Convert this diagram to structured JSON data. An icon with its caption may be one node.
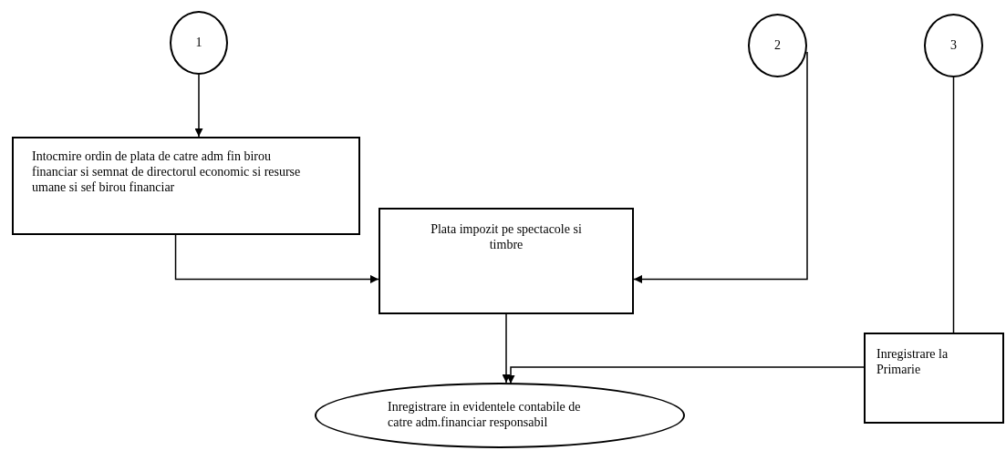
{
  "diagram": {
    "nodes": [
      {
        "text": [
          "1"
        ]
      },
      {
        "text": [
          "2"
        ]
      },
      {
        "text": [
          "3"
        ]
      },
      {
        "text": [
          "Intocmire ordin de plata de catre adm fin birou financiar si semnat de directorul economic si resurse umane si sef birou financiar"
        ]
      },
      {
        "text": [
          "Plata impozit pe spectacole si timbre"
        ]
      },
      {
        "text": [
          "Inregistrare la Primarie"
        ]
      },
      {
        "text": [
          "Inregistrare in evidentele contabile de catre adm.financiar responsabil"
        ]
      }
    ],
    "edges": [
      {
        "from": 0,
        "to": 3,
        "arrow": "to"
      },
      {
        "from": 3,
        "to": 4,
        "arrow": "to"
      },
      {
        "from": 1,
        "to": 4,
        "arrow": "to"
      },
      {
        "from": 2,
        "to": 5,
        "arrow": "none"
      },
      {
        "from": 4,
        "to": 6,
        "arrow": "to"
      },
      {
        "from": 5,
        "to": 6,
        "arrow": "to"
      }
    ]
  }
}
